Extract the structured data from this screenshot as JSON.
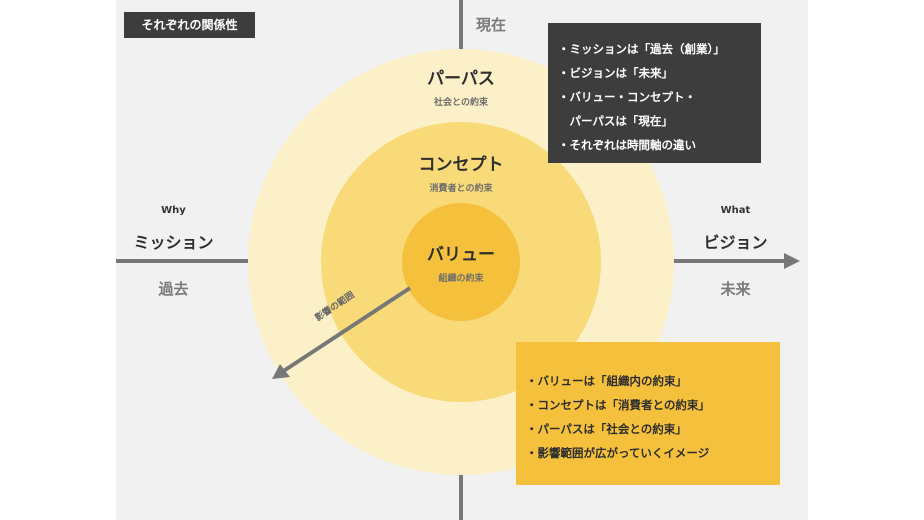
{
  "slide": {
    "title_tag": "それぞれの関係性",
    "axis": {
      "top_time": "現在",
      "left": {
        "small": "Why",
        "big": "ミッション",
        "time": "過去"
      },
      "right": {
        "small": "What",
        "big": "ビジョン",
        "time": "未来"
      }
    },
    "circles": [
      {
        "name": "パーパス",
        "sub": "社会との約束",
        "color": "#fcf0c8"
      },
      {
        "name": "コンセプト",
        "sub": "消費者との約束",
        "color": "#f8da78"
      },
      {
        "name": "バリュー",
        "sub": "組織の約束",
        "color": "#f5c03c"
      }
    ],
    "influence_label": "影響の範囲",
    "dark_box": {
      "lines": [
        "・ミッションは「過去（創業）」",
        "・ビジョンは「未来」",
        "・バリュー・コンセプト・",
        "　パーパスは「現在」",
        "・それぞれは時間軸の違い"
      ]
    },
    "yellow_box": {
      "lines": [
        "・バリューは「組織内の約束」",
        "・コンセプトは「消費者との約束」",
        "・パーパスは「社会との約束」",
        "・影響範囲が広がっていくイメージ"
      ]
    },
    "colors": {
      "background": "#f1f1f1",
      "dark": "#3d3d3d",
      "accent": "#f5c03c",
      "axis": "#777777"
    }
  }
}
